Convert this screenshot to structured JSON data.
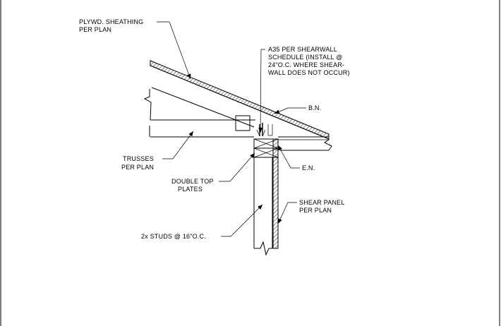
{
  "labels": {
    "plywood_sheathing": [
      "PLYWD. SHEATHING",
      "PER PLAN"
    ],
    "a35": [
      "A35 PER SHEARWALL",
      "SCHEDULE (INSTALL @",
      "24\"O.C. WHERE SHEAR-",
      "WALL DOES NOT OCCUR)"
    ],
    "bn": [
      "B.N."
    ],
    "trusses": [
      "TRUSSES",
      "PER PLAN"
    ],
    "en": [
      "E.N."
    ],
    "double_top_plates": [
      "DOUBLE TOP",
      "PLATES"
    ],
    "shear_panel": [
      "SHEAR PANEL",
      "PER PLAN"
    ],
    "studs": [
      "2x STUDS @ 16\"O.C."
    ]
  }
}
